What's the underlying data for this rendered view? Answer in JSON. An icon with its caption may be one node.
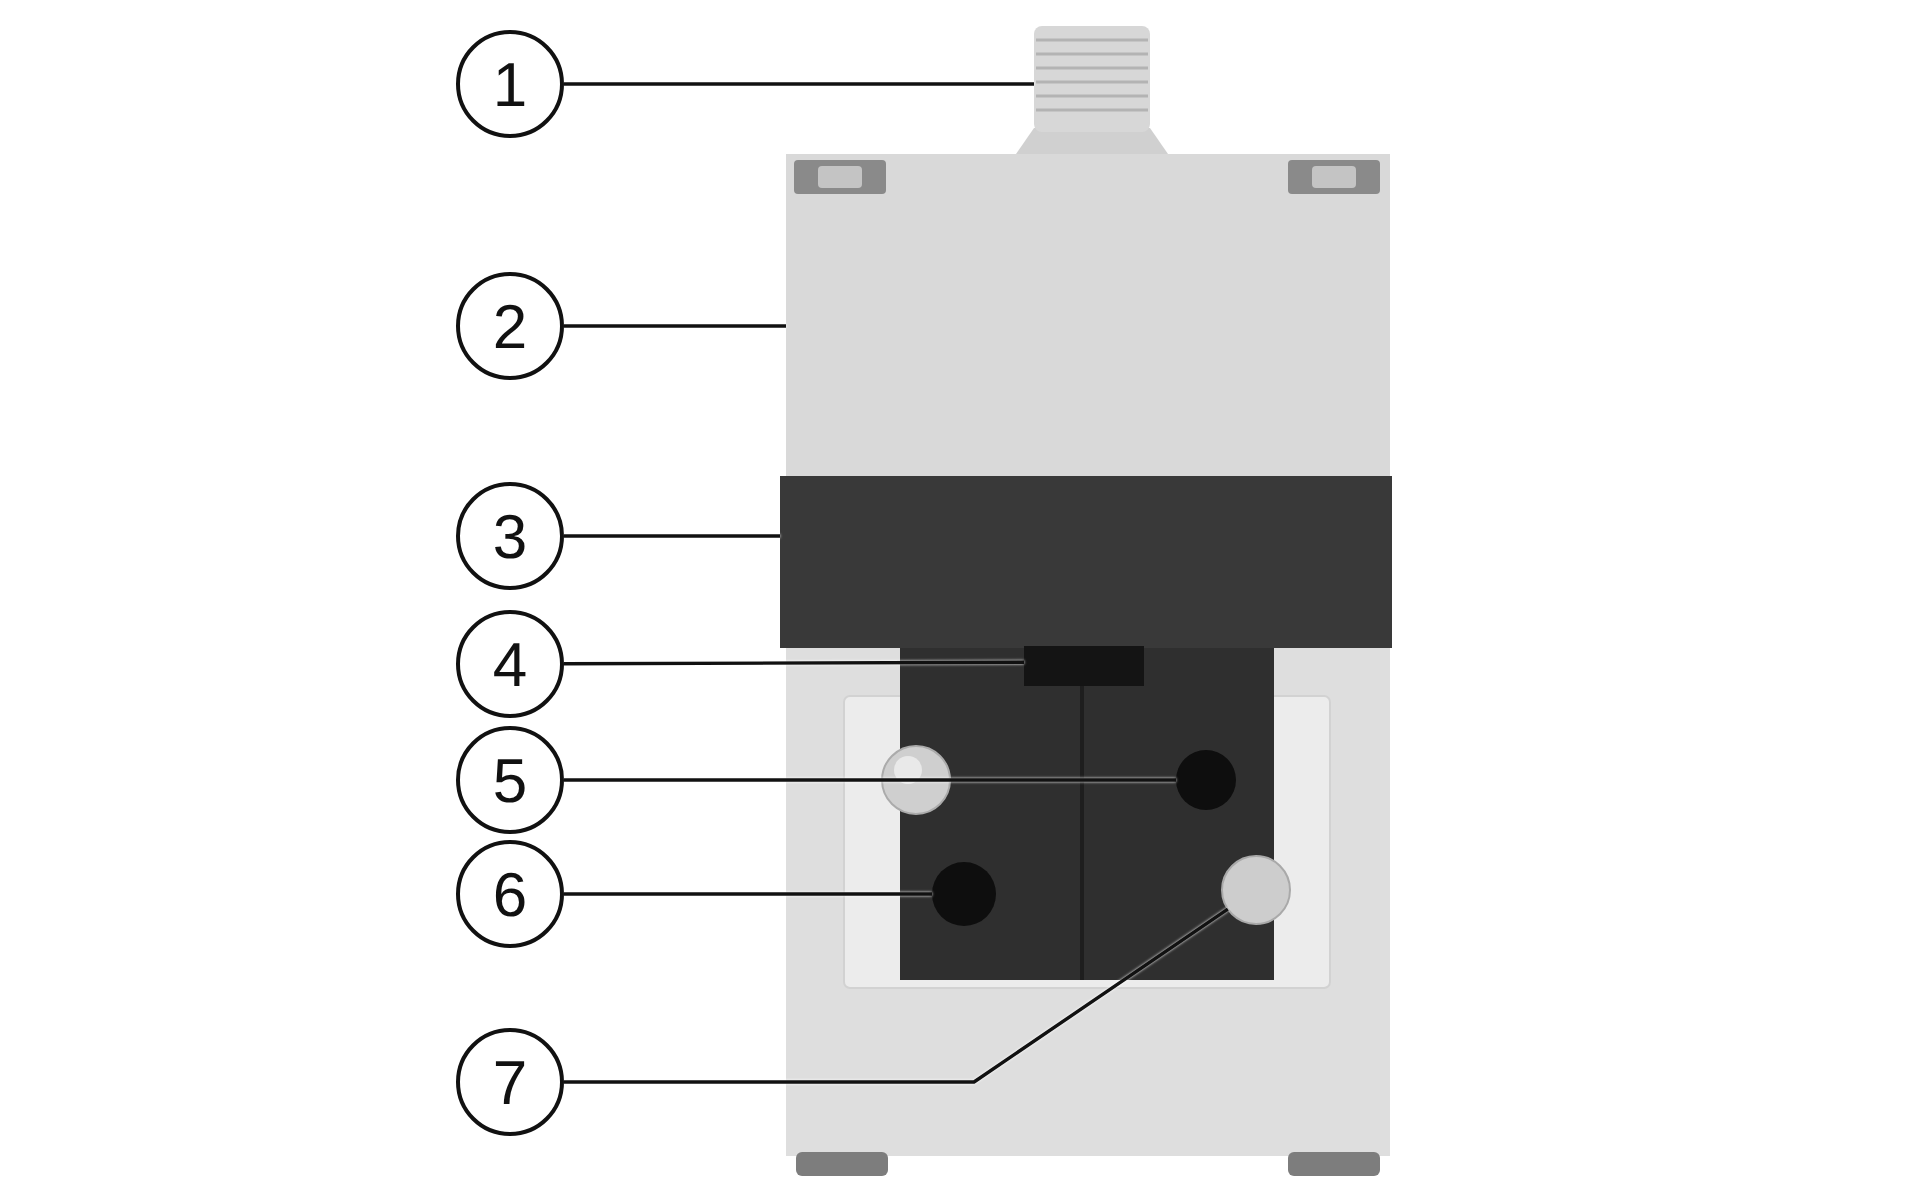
{
  "diagram": {
    "nodes": [
      {
        "text": [
          "1"
        ]
      },
      {
        "text": [
          "2"
        ]
      },
      {
        "text": [
          "3"
        ]
      },
      {
        "text": [
          "4"
        ]
      },
      {
        "text": [
          "5"
        ]
      },
      {
        "text": [
          "6"
        ]
      },
      {
        "text": [
          "7"
        ]
      },
      {
        "text": [],
        "shape": "cylinder"
      },
      {
        "text": [],
        "shape": "box"
      },
      {
        "text": [],
        "shape": "bar"
      },
      {
        "text": [],
        "shape": "box"
      },
      {
        "text": [],
        "shape": "circle"
      },
      {
        "text": [],
        "shape": "circle"
      },
      {
        "text": [],
        "shape": "circle"
      }
    ],
    "edges": [
      {
        "from": 0,
        "to": 7,
        "arrow": "none"
      },
      {
        "from": 1,
        "to": 8,
        "arrow": "none"
      },
      {
        "from": 2,
        "to": 9,
        "arrow": "none"
      },
      {
        "from": 3,
        "to": 10,
        "arrow": "none"
      },
      {
        "from": 4,
        "to": 11,
        "arrow": "none"
      },
      {
        "from": 5,
        "to": 12,
        "arrow": "none"
      },
      {
        "from": 6,
        "to": 13,
        "arrow": "none"
      }
    ]
  }
}
